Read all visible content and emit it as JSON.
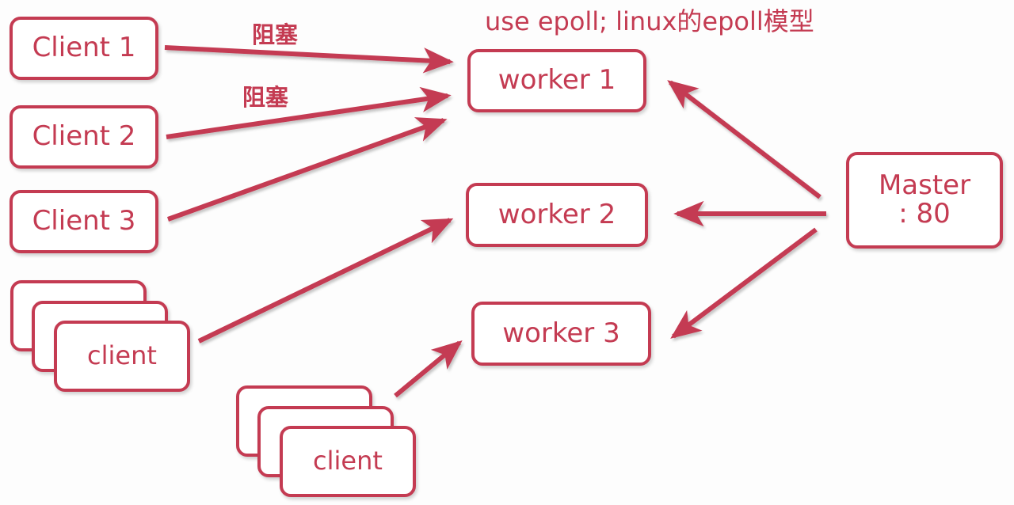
{
  "diagram": {
    "title": "use epoll; linux的epoll模型",
    "accent_color": "#c43b52",
    "background_color": "#fdfdfd",
    "clients": [
      {
        "label": "Client 1"
      },
      {
        "label": "Client 2"
      },
      {
        "label": "Client 3"
      }
    ],
    "client_stacks": [
      {
        "label": "client"
      },
      {
        "label": "client"
      }
    ],
    "workers": [
      {
        "label": "worker 1"
      },
      {
        "label": "worker 2"
      },
      {
        "label": "worker 3"
      }
    ],
    "master": {
      "line1": "Master",
      "line2": ": 80",
      "label": "Master\n: 80"
    },
    "edge_labels": [
      {
        "text": "阻塞"
      },
      {
        "text": "阻塞"
      }
    ],
    "connections": [
      {
        "from": "Client 1",
        "to": "worker 1",
        "label": "阻塞"
      },
      {
        "from": "Client 2",
        "to": "worker 1",
        "label": "阻塞"
      },
      {
        "from": "Client 3",
        "to": "worker 1",
        "label": ""
      },
      {
        "from": "client",
        "to": "worker 2",
        "label": ""
      },
      {
        "from": "client",
        "to": "worker 3",
        "label": ""
      },
      {
        "from": "Master : 80",
        "to": "worker 1",
        "label": ""
      },
      {
        "from": "Master : 80",
        "to": "worker 2",
        "label": ""
      },
      {
        "from": "Master : 80",
        "to": "worker 3",
        "label": ""
      }
    ]
  }
}
